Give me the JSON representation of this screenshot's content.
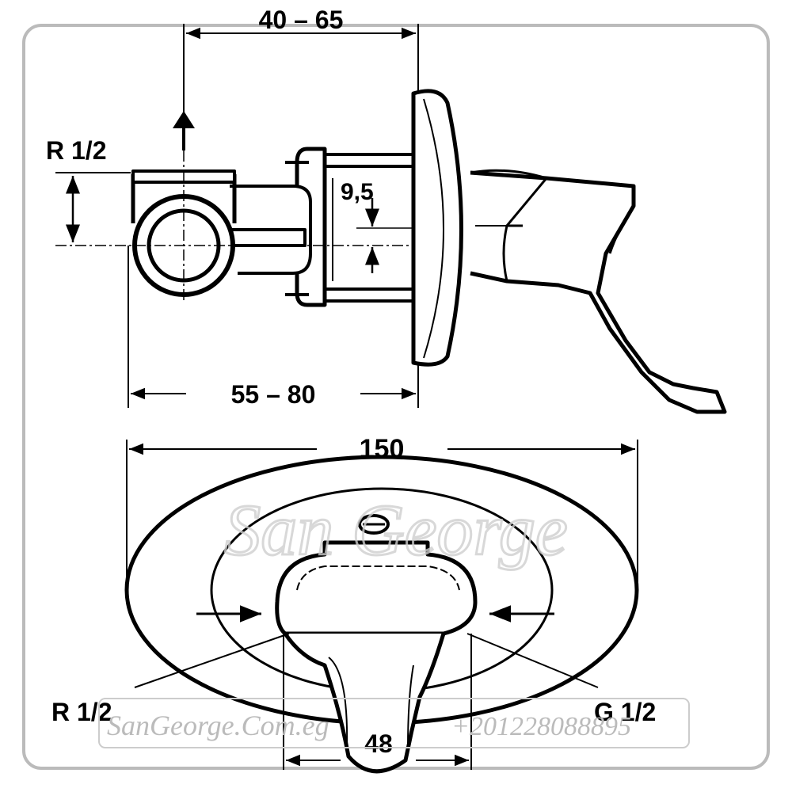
{
  "side_view": {
    "dim_top": "40 – 65",
    "dim_bottom": "55 – 80",
    "dim_inlet": "R 1/2",
    "dim_center": "9,5"
  },
  "front_view": {
    "dim_width": "150",
    "dim_left_thread": "R 1/2",
    "dim_right_thread": "G 1/2",
    "dim_handle": "48"
  },
  "watermark": {
    "brand": "San George",
    "website": "SanGeorge.Com.eg",
    "phone": "+201228088895"
  },
  "colors": {
    "line": "#000000",
    "frame": "#bbbbbb",
    "watermark": "#cfcfcf"
  }
}
